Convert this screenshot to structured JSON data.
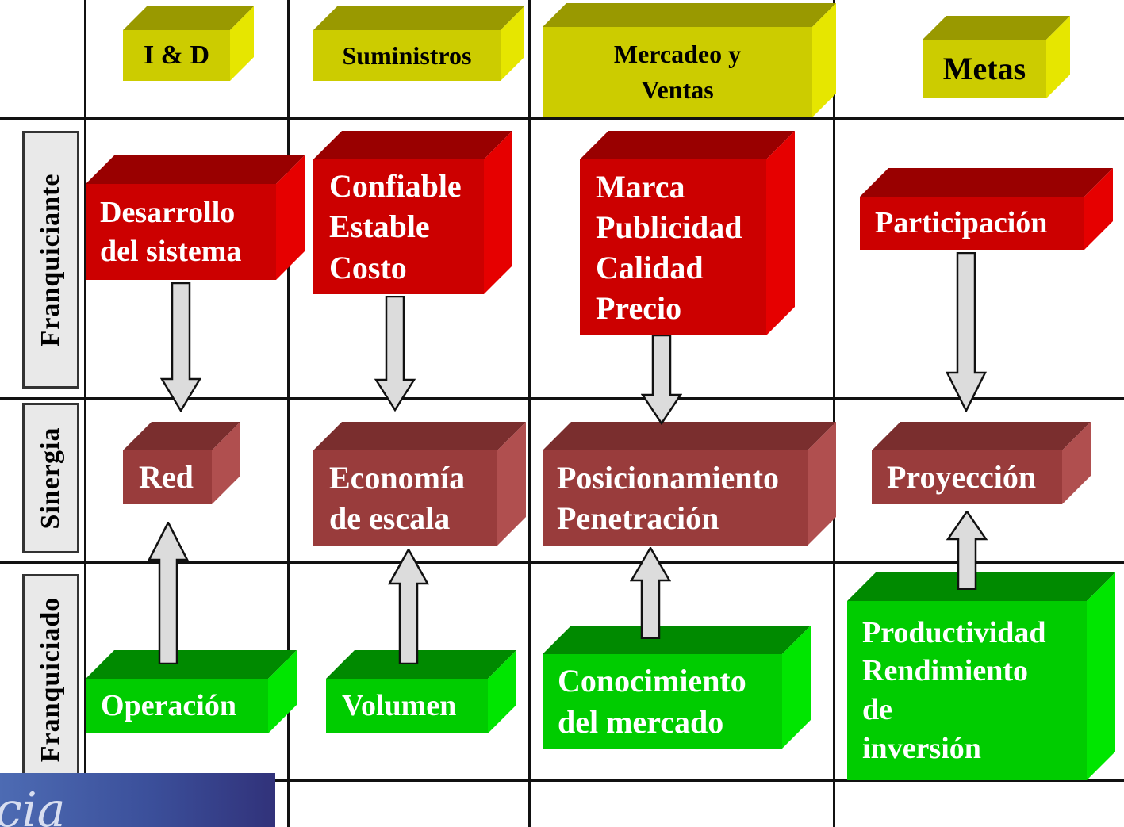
{
  "columns": [
    {
      "label": [
        "I & D"
      ]
    },
    {
      "label": [
        "Suministros"
      ]
    },
    {
      "label": [
        "Mercadeo y",
        "Ventas"
      ]
    },
    {
      "label": [
        "Metas"
      ]
    }
  ],
  "rows": [
    {
      "label": "Franquiciante"
    },
    {
      "label": "Sinergia"
    },
    {
      "label": "Franquiciado"
    }
  ],
  "franquiciante": [
    {
      "lines": [
        "Desarrollo",
        "del sistema"
      ]
    },
    {
      "lines": [
        "Confiable",
        "Estable",
        "Costo"
      ]
    },
    {
      "lines": [
        "Marca",
        "Publicidad",
        "Calidad",
        "Precio"
      ]
    },
    {
      "lines": [
        "Participación"
      ]
    }
  ],
  "sinergia": [
    {
      "lines": [
        "Red"
      ]
    },
    {
      "lines": [
        "Economía",
        "de escala"
      ]
    },
    {
      "lines": [
        "Posicionamiento",
        "Penetración"
      ]
    },
    {
      "lines": [
        "Proyección"
      ]
    }
  ],
  "franquiciado": [
    {
      "lines": [
        "Operación"
      ]
    },
    {
      "lines": [
        "Volumen"
      ]
    },
    {
      "lines": [
        "Conocimiento",
        "del mercado"
      ]
    },
    {
      "lines": [
        "Productividad",
        "Rendimiento",
        "de",
        "inversión"
      ]
    }
  ],
  "logo_text": "cia",
  "colors": {
    "header_front": "#cccc00",
    "header_top": "#999900",
    "header_side": "#e6e600",
    "red_front": "#cc0000",
    "red_top": "#990000",
    "red_side": "#e60000",
    "brown_front": "#993c3c",
    "brown_top": "#7a2e2e",
    "brown_side": "#b04f4f",
    "green_front": "#00cc00",
    "green_top": "#008a00",
    "green_side": "#00e600",
    "arrow_fill": "#dcdcdc",
    "arrow_stroke": "#111111"
  }
}
